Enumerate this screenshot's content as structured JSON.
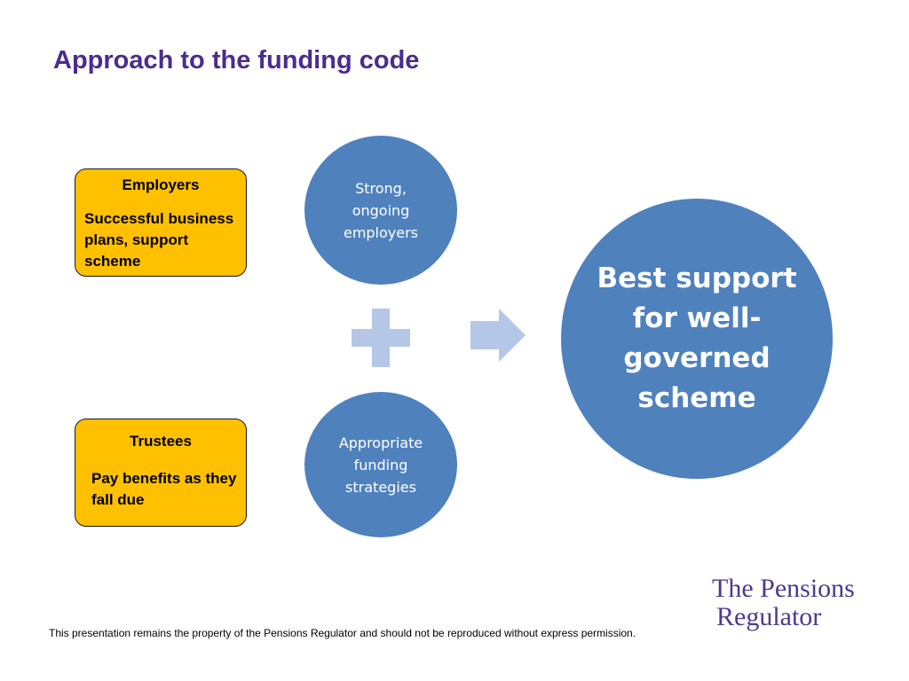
{
  "slide": {
    "title": "Approach to the funding code"
  },
  "employers_box": {
    "heading": "Employers",
    "text": "Successful business plans, support scheme"
  },
  "trustees_box": {
    "heading": "Trustees",
    "text": "Pay benefits as they fall due"
  },
  "circles": {
    "employers": "Strong, ongoing employers",
    "funding": "Appropriate funding strategies",
    "result": "Best support for well-governed scheme"
  },
  "footer": {
    "text": "This presentation remains the property of the Pensions Regulator and should not be reproduced without express permission."
  },
  "logo": {
    "line1": "The Pensions",
    "line2": "Regulator"
  },
  "colors": {
    "title": "#4b2c8f",
    "box_fill": "#ffc000",
    "circle_fill": "#4f81bd",
    "connector_fill": "#b4c7e7",
    "logo": "#4b3b8c"
  }
}
